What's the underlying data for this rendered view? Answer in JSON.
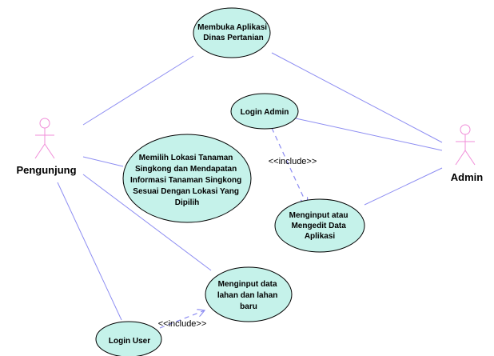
{
  "actors": {
    "pengunjung": "Pengunjung",
    "admin": "Admin"
  },
  "use_cases": {
    "membuka": [
      "Membuka Aplikasi",
      "Dinas Pertanian"
    ],
    "login_admin": [
      "Login Admin"
    ],
    "memilih": [
      "Memilih Lokasi Tanaman",
      "Singkong dan Mendapatan",
      "Informasi Tanaman Singkong",
      "Sesuai Dengan Lokasi Yang",
      "Dipilih"
    ],
    "menginput_edit": [
      "Menginput atau",
      "Mengedit Data",
      "Aplikasi"
    ],
    "menginput_lahan": [
      "Menginput data",
      "lahan dan lahan",
      "baru"
    ],
    "login_user": [
      "Login User"
    ]
  },
  "relations": {
    "include_admin": "<<include>>",
    "include_user": "<<include>>"
  },
  "colors": {
    "use_case_fill": "#c5f2ea",
    "association_line": "#8d8df2",
    "actor_stroke": "#f08dd8"
  }
}
